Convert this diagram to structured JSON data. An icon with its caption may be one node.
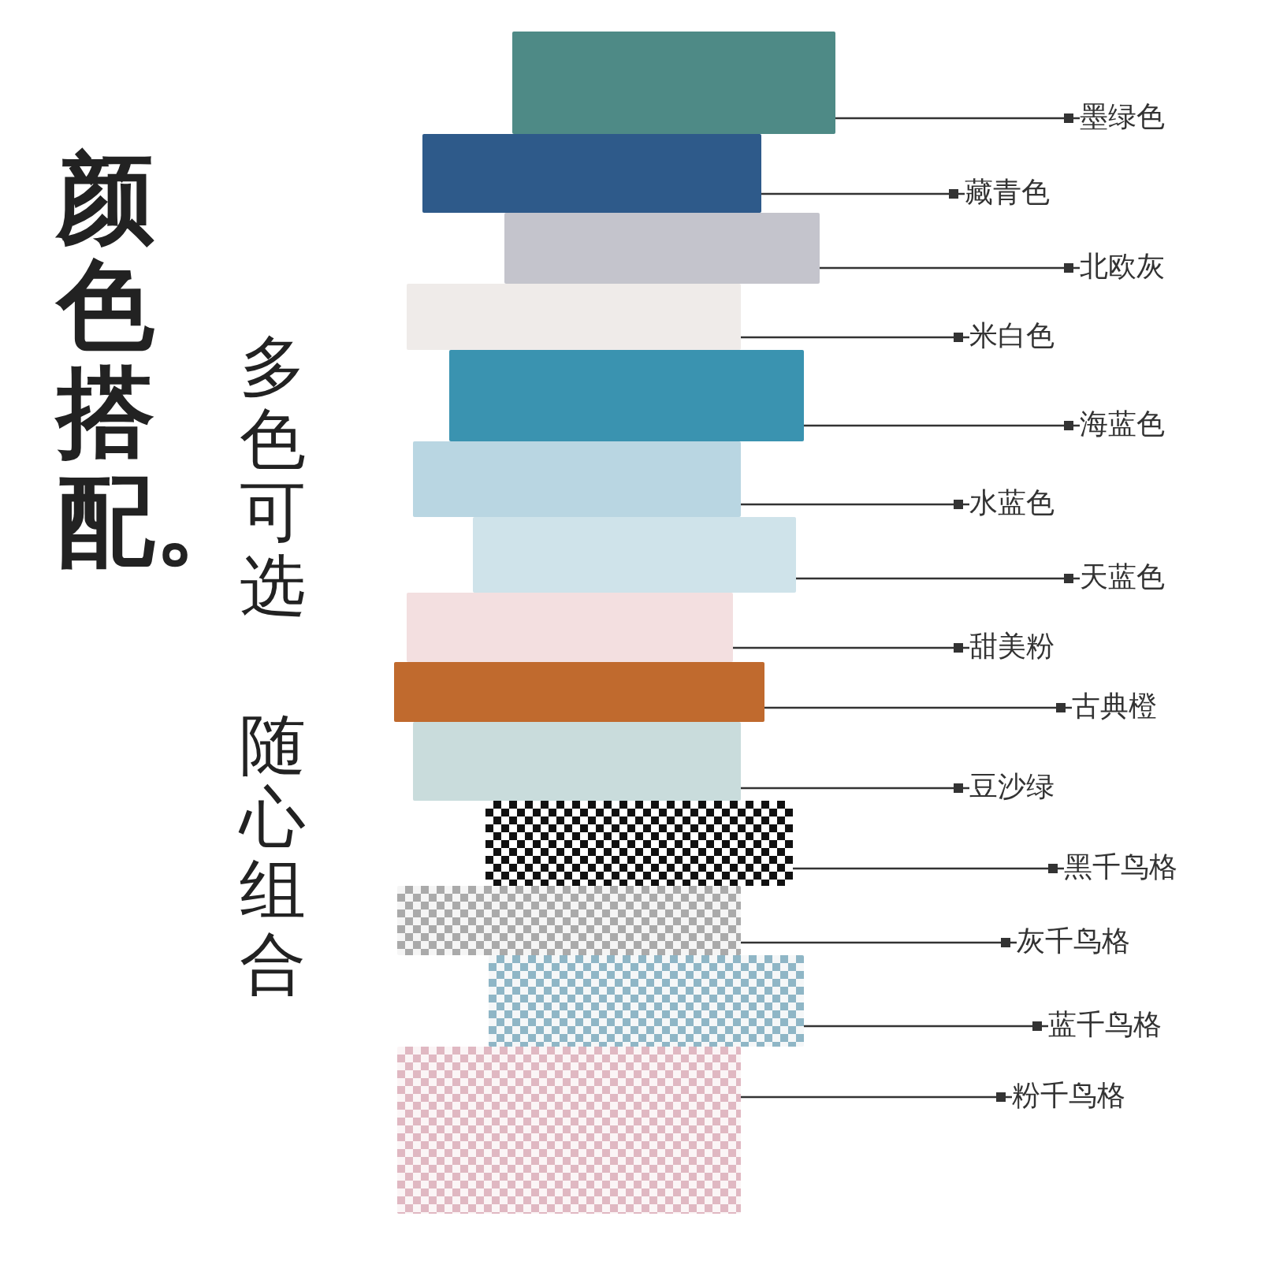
{
  "diagram": {
    "title": "颜色搭配。",
    "nodes": [
      {
        "text": [
          "墨绿色"
        ]
      },
      {
        "text": [
          "藏青色"
        ]
      },
      {
        "text": [
          "北欧灰"
        ]
      },
      {
        "text": [
          "米白色"
        ]
      },
      {
        "text": [
          "海蓝色"
        ]
      },
      {
        "text": [
          "水蓝色"
        ]
      },
      {
        "text": [
          "天蓝色"
        ]
      },
      {
        "text": [
          "甜美粉"
        ]
      },
      {
        "text": [
          "古典橙"
        ]
      },
      {
        "text": [
          "豆沙绿"
        ]
      },
      {
        "text": [
          "黑千鸟格"
        ]
      },
      {
        "text": [
          "灰千鸟格"
        ]
      },
      {
        "text": [
          "蓝千鸟格"
        ]
      },
      {
        "text": [
          "粉千鸟格"
        ]
      },
      {
        "text": [],
        "shape": "box"
      },
      {
        "text": [],
        "shape": "box"
      },
      {
        "text": [],
        "shape": "box"
      },
      {
        "text": [],
        "shape": "box"
      },
      {
        "text": [],
        "shape": "box"
      },
      {
        "text": [],
        "shape": "box"
      },
      {
        "text": [],
        "shape": "box"
      },
      {
        "text": [],
        "shape": "box"
      },
      {
        "text": [],
        "shape": "box"
      },
      {
        "text": [],
        "shape": "box"
      },
      {
        "text": [],
        "shape": "box"
      },
      {
        "text": [],
        "shape": "box"
      },
      {
        "text": [],
        "shape": "box"
      },
      {
        "text": [],
        "shape": "box"
      }
    ],
    "edges": [
      {
        "from": 0,
        "to": 14,
        "arrow": "other"
      },
      {
        "from": 1,
        "to": 15,
        "arrow": "other"
      },
      {
        "from": 2,
        "to": 16,
        "arrow": "other"
      },
      {
        "from": 3,
        "to": 17,
        "arrow": "other"
      },
      {
        "from": 4,
        "to": 18,
        "arrow": "other"
      },
      {
        "from": 5,
        "to": 19,
        "arrow": "other"
      },
      {
        "from": 6,
        "to": 20,
        "arrow": "other"
      },
      {
        "from": 7,
        "to": 21,
        "arrow": "other"
      },
      {
        "from": 8,
        "to": 22,
        "arrow": "other"
      },
      {
        "from": 9,
        "to": 23,
        "arrow": "other"
      },
      {
        "from": 10,
        "to": 24,
        "arrow": "other"
      },
      {
        "from": 11,
        "to": 25,
        "arrow": "other"
      },
      {
        "from": 12,
        "to": 26,
        "arrow": "other"
      },
      {
        "from": 13,
        "to": 27,
        "arrow": "other"
      }
    ],
    "labels": [
      "多色可选",
      "随心组合"
    ]
  }
}
